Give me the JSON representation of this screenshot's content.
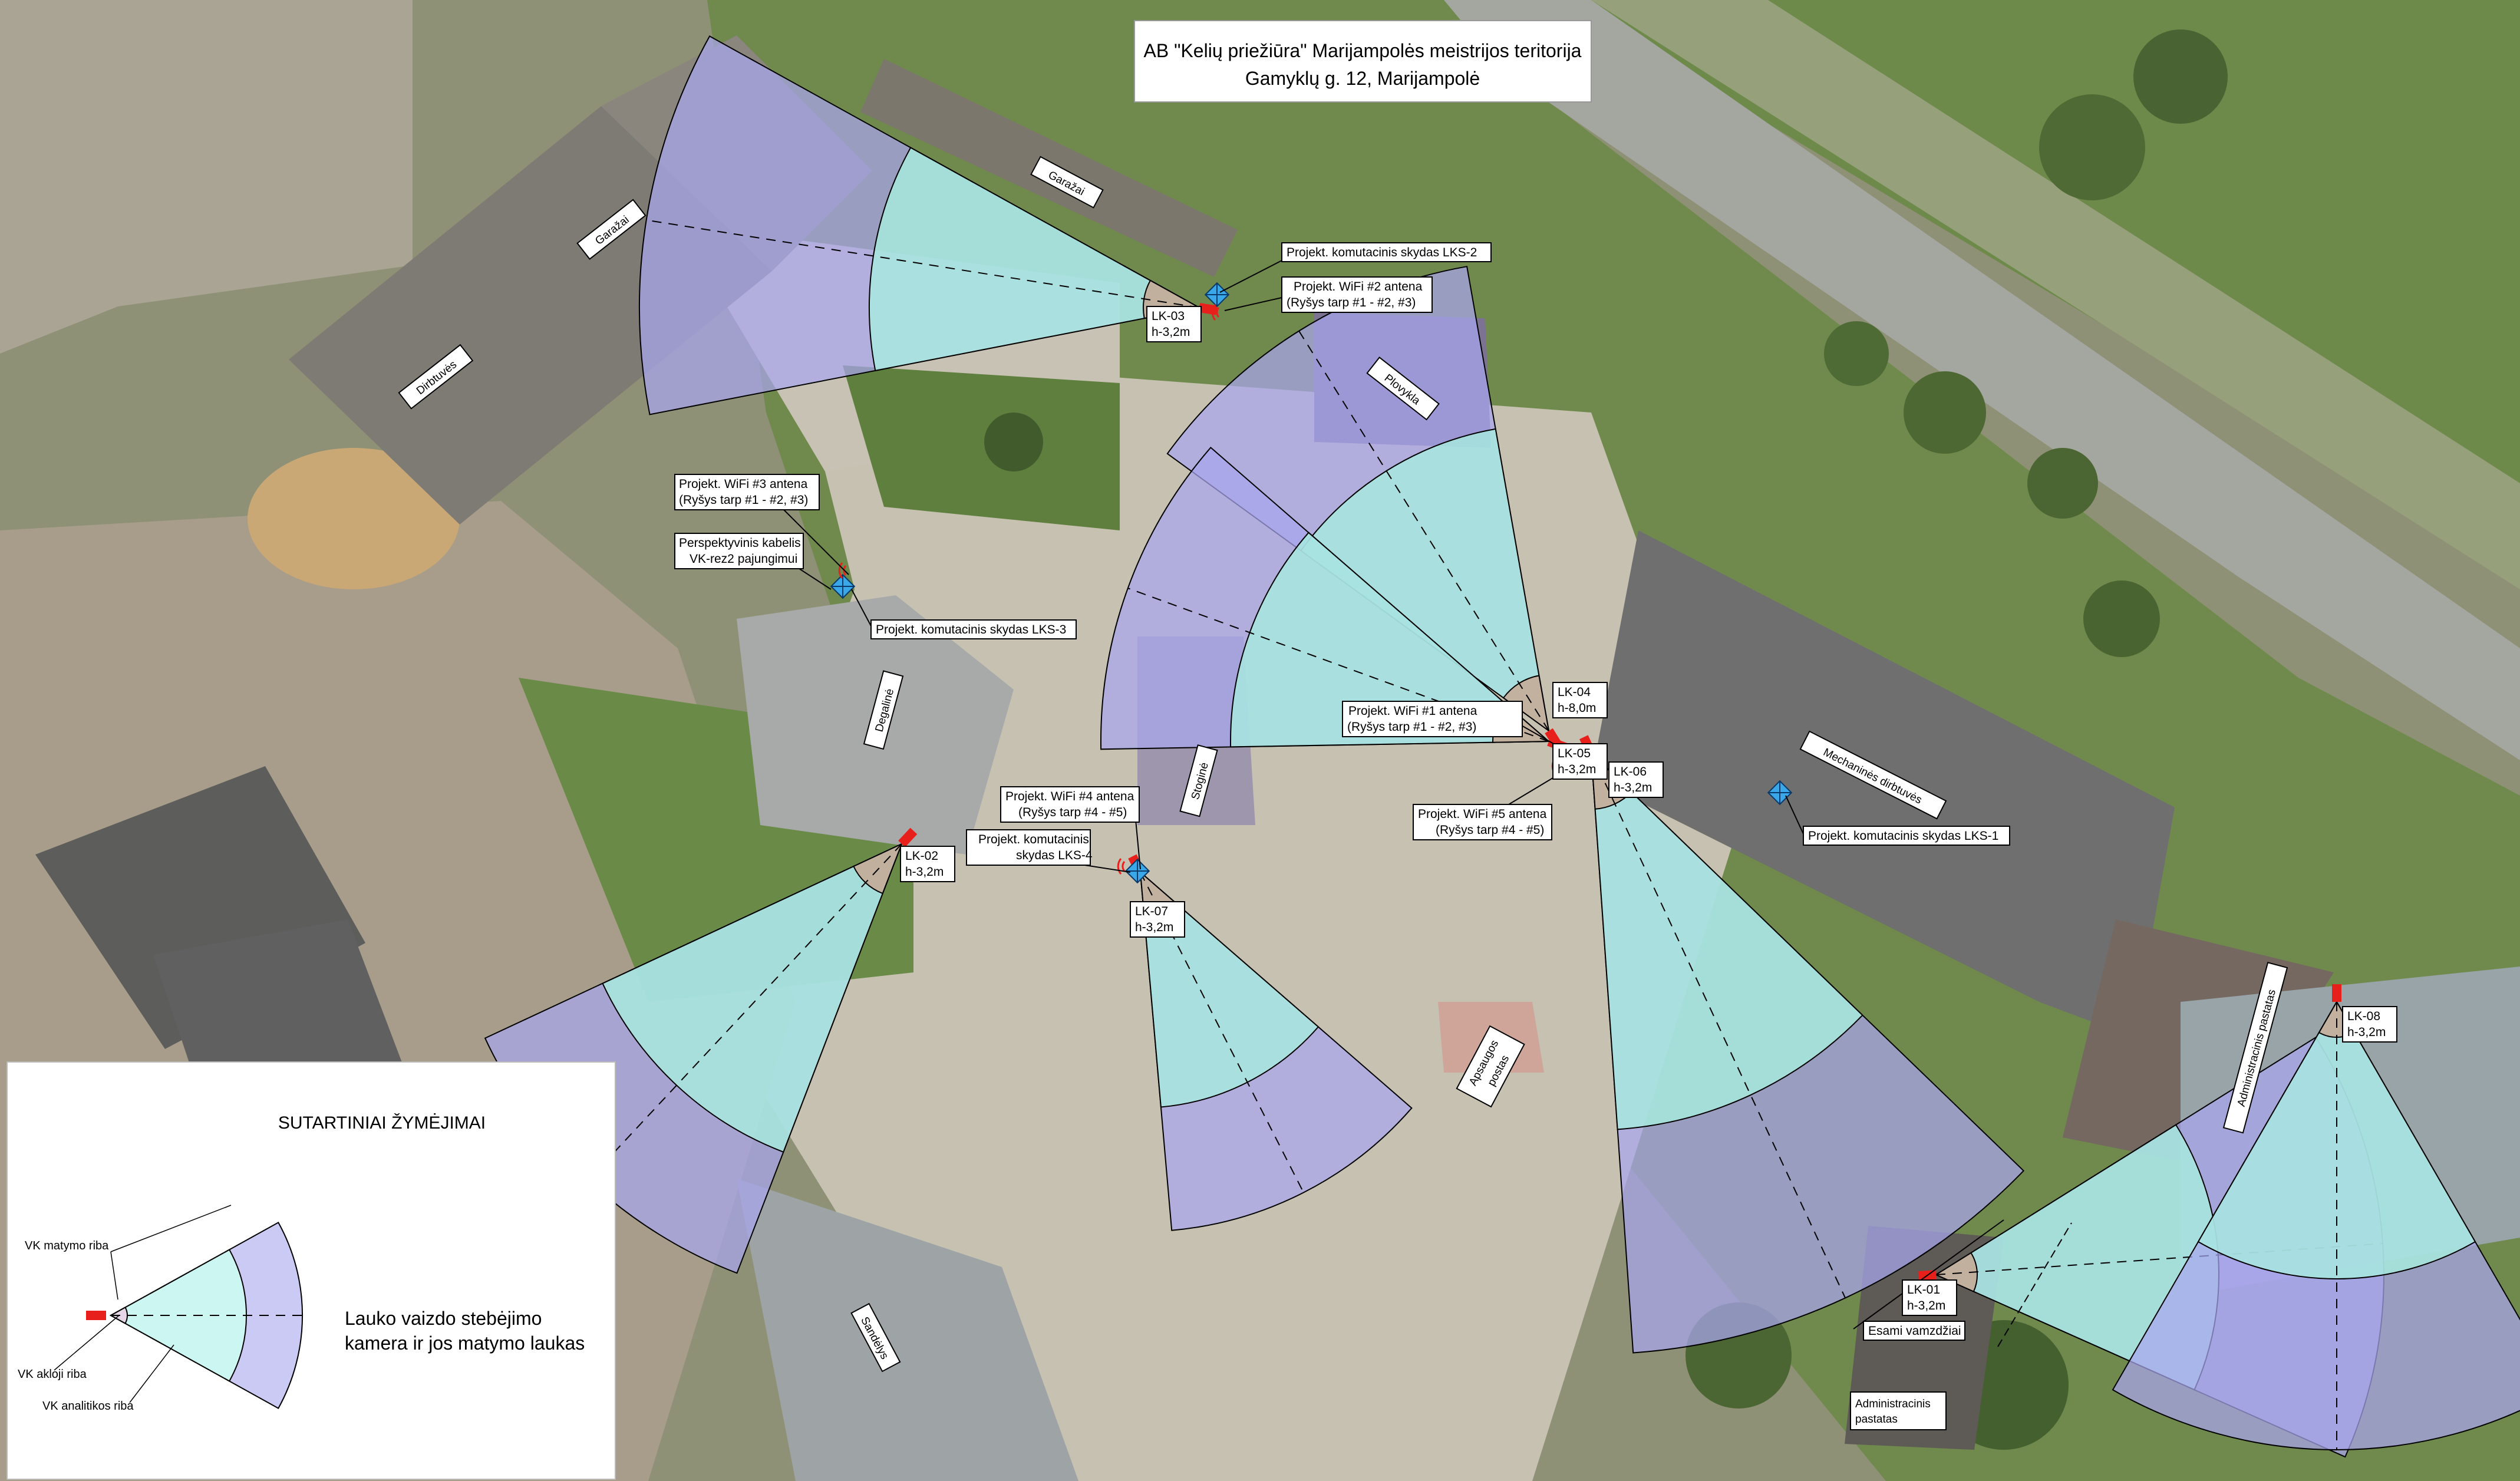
{
  "header": {
    "line1": "AB \"Kelių priežiūra\" Marijampolės meistrijos teritorija",
    "line2": "Gamyklų g. 12, Marijampolė"
  },
  "colors": {
    "fov_outer": "#a9a6ee",
    "fov_inner": "#a8ecde",
    "blind": "#c9a58e",
    "camera": "#e8201c",
    "switchbox": "#3aa7e8",
    "wifi": "#e8201c"
  },
  "buildings": [
    "Garažai",
    "Garažai",
    "Dirbtuvės",
    "Plovykla",
    "Degalinė",
    "Stoginė",
    "Mechaninės dirbtuvės",
    "Apsaugos postas",
    "Administracinis pastatas",
    "Sandėlys",
    "Administracinis pastatas"
  ],
  "cameras": [
    {
      "id": "LK-01",
      "height": "h-3,2m"
    },
    {
      "id": "LK-02",
      "height": "h-3,2m"
    },
    {
      "id": "LK-03",
      "height": "h-3,2m"
    },
    {
      "id": "LK-04",
      "height": "h-8,0m"
    },
    {
      "id": "LK-05",
      "height": "h-3,2m"
    },
    {
      "id": "LK-06",
      "height": "h-3,2m"
    },
    {
      "id": "LK-07",
      "height": "h-3,2m"
    },
    {
      "id": "LK-08",
      "height": "h-3,2m"
    }
  ],
  "annotations": {
    "lks2": "Projekt. komutacinis skydas LKS-2",
    "wifi2_a": "Projekt. WiFi #2 antena",
    "wifi2_b": "(Ryšys tarp #1 - #2, #3)",
    "wifi3_a": "Projekt. WiFi #3 antena",
    "wifi3_b": "(Ryšys tarp #1 - #2, #3)",
    "cable_a": "Perspektyvinis kabelis",
    "cable_b": "VK-rez2 pajungimui",
    "lks3": "Projekt. komutacinis skydas LKS-3",
    "wifi1_a": "Projekt. WiFi #1 antena",
    "wifi1_b": "(Ryšys tarp #1 - #2, #3)",
    "wifi4_a": "Projekt. WiFi #4 antena",
    "wifi4_b": "(Ryšys tarp #4 - #5)",
    "lks4_a": "Projekt. komutacinis",
    "lks4_b": "skydas LKS-4",
    "wifi5_a": "Projekt. WiFi #5 antena",
    "wifi5_b": "(Ryšys tarp #4 - #5)",
    "lks1": "Projekt. komutacinis skydas LKS-1",
    "pipes": "Esami vamzdžiai"
  },
  "legend": {
    "title": "SUTARTINIAI ŽYMĖJIMAI",
    "view_limit": "VK matymo riba",
    "blind_limit": "VK akloji riba",
    "analytics_limit": "VK analitikos riba",
    "desc_line1": "Lauko vaizdo stebėjimo",
    "desc_line2": "kamera ir jos matymo laukas"
  }
}
